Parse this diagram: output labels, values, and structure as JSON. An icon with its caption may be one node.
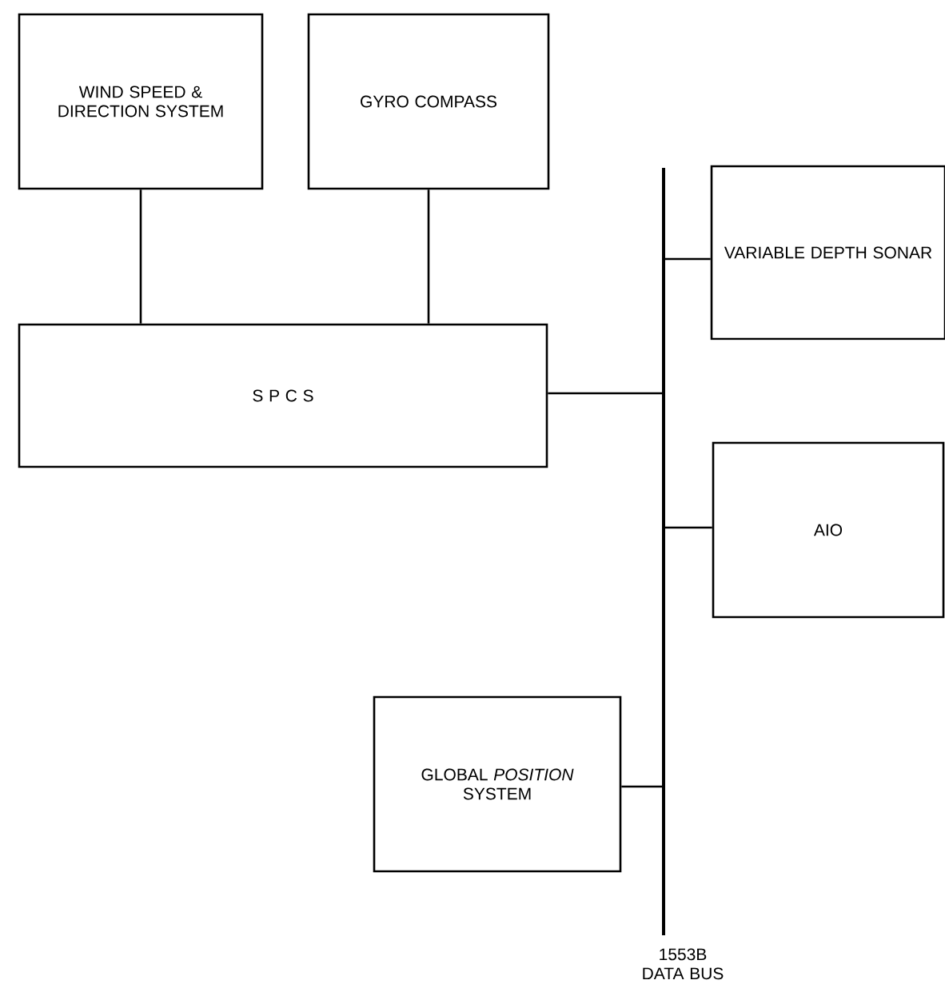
{
  "diagram": {
    "nodes": [
      {
        "text": [
          "WIND SPEED & DIRECTION SYSTEM"
        ]
      },
      {
        "text": [
          "GYRO COMPASS"
        ]
      },
      {
        "text": [
          "S P C S"
        ]
      },
      {
        "text": [
          "VARIABLE DEPTH SONAR"
        ]
      },
      {
        "text": [
          "AIO"
        ]
      },
      {
        "text": [
          "GLOBAL *POSITION* SYSTEM"
        ]
      },
      {
        "text": [],
        "shape": "bar",
        "beside": [
          "1553B DATA BUS"
        ]
      }
    ],
    "edges": [
      {
        "from": 0,
        "to": 2,
        "arrow": "none"
      },
      {
        "from": 1,
        "to": 2,
        "arrow": "none"
      },
      {
        "from": 2,
        "to": 6,
        "arrow": "none"
      },
      {
        "from": 6,
        "to": 3,
        "arrow": "none"
      },
      {
        "from": 6,
        "to": 4,
        "arrow": "none"
      },
      {
        "from": 6,
        "to": 5,
        "arrow": "none"
      }
    ]
  }
}
